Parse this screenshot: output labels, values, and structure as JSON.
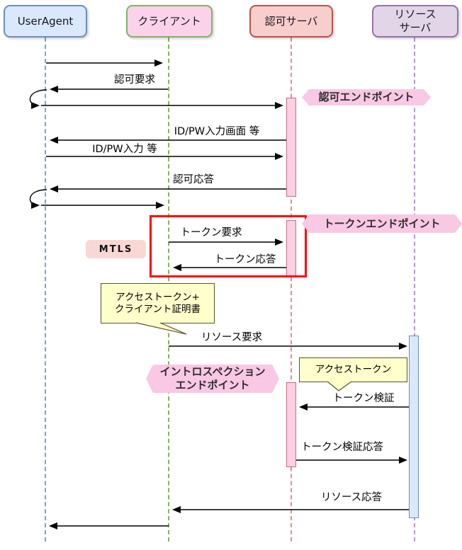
{
  "diagram_type": "sequence-diagram (OAuth / MTLS token flow)",
  "participants": [
    {
      "label": "UserAgent",
      "fill": "#dae8fc",
      "stroke": "#6c8ebf"
    },
    {
      "label": "クライアント",
      "fill": "#fbd2ea",
      "stroke": "#82b366"
    },
    {
      "label": "認可サーバ",
      "fill": "#f8cecc",
      "stroke": "#b85450"
    },
    {
      "label": "リソース\nサーバ",
      "fill": "#e1d5e7",
      "stroke": "#9673a6"
    }
  ],
  "messages": [
    {
      "from": "UserAgent",
      "to": "クライアント",
      "label": ""
    },
    {
      "from": "クライアント",
      "to": "UserAgent",
      "label": "認可要求"
    },
    {
      "from": "UserAgent",
      "to": "認可サーバ",
      "label": ""
    },
    {
      "from": "認可サーバ",
      "to": "UserAgent",
      "label": "ID/PW入力画面 等"
    },
    {
      "from": "UserAgent",
      "to": "認可サーバ",
      "label": "ID/PW入力 等"
    },
    {
      "from": "認可サーバ",
      "to": "UserAgent",
      "label": "認可応答"
    },
    {
      "from": "UserAgent",
      "to": "クライアント",
      "label": ""
    },
    {
      "from": "クライアント",
      "to": "認可サーバ",
      "label": "トークン要求"
    },
    {
      "from": "認可サーバ",
      "to": "クライアント",
      "label": "トークン応答"
    },
    {
      "from": "クライアント",
      "to": "リソースサーバ",
      "label": "リソース要求"
    },
    {
      "from": "リソースサーバ",
      "to": "認可サーバ",
      "label": "トークン検証"
    },
    {
      "from": "認可サーバ",
      "to": "リソースサーバ",
      "label": "トークン検証応答"
    },
    {
      "from": "リソースサーバ",
      "to": "クライアント",
      "label": "リソース応答"
    },
    {
      "from": "クライアント",
      "to": "UserAgent",
      "label": ""
    }
  ],
  "badges": [
    {
      "label": "認可エンドポイント",
      "color": "#f9c8e4"
    },
    {
      "label": "トークンエンドポイント",
      "color": "#f9c8e4"
    },
    {
      "label": "イントロスペクション\nエンドポイント",
      "color": "#f9c8e4"
    }
  ],
  "notes": [
    {
      "label": "アクセストークン+\nクライアント証明書",
      "color": "#ffffcc"
    },
    {
      "label": "アクセストークン",
      "color": "#ffffcc"
    }
  ],
  "mtls": {
    "label": "MTLS",
    "color": "#f8d7d5"
  },
  "highlight_box_color": "#ff0000"
}
